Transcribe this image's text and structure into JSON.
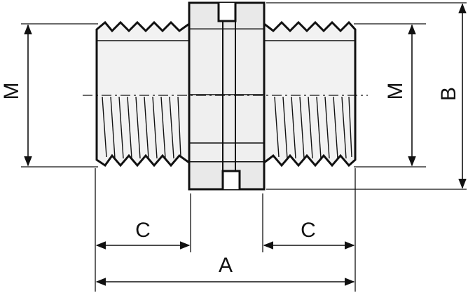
{
  "diagram": {
    "labels": {
      "left_thread": "M",
      "right_thread": "M",
      "overall_height": "B",
      "left_length": "C",
      "right_length": "C",
      "overall_length": "A"
    },
    "colors": {
      "ink": "#111111",
      "body_fill": "#f2f2f2",
      "hex_fill": "#e9e9e9",
      "background": "#ffffff"
    }
  }
}
